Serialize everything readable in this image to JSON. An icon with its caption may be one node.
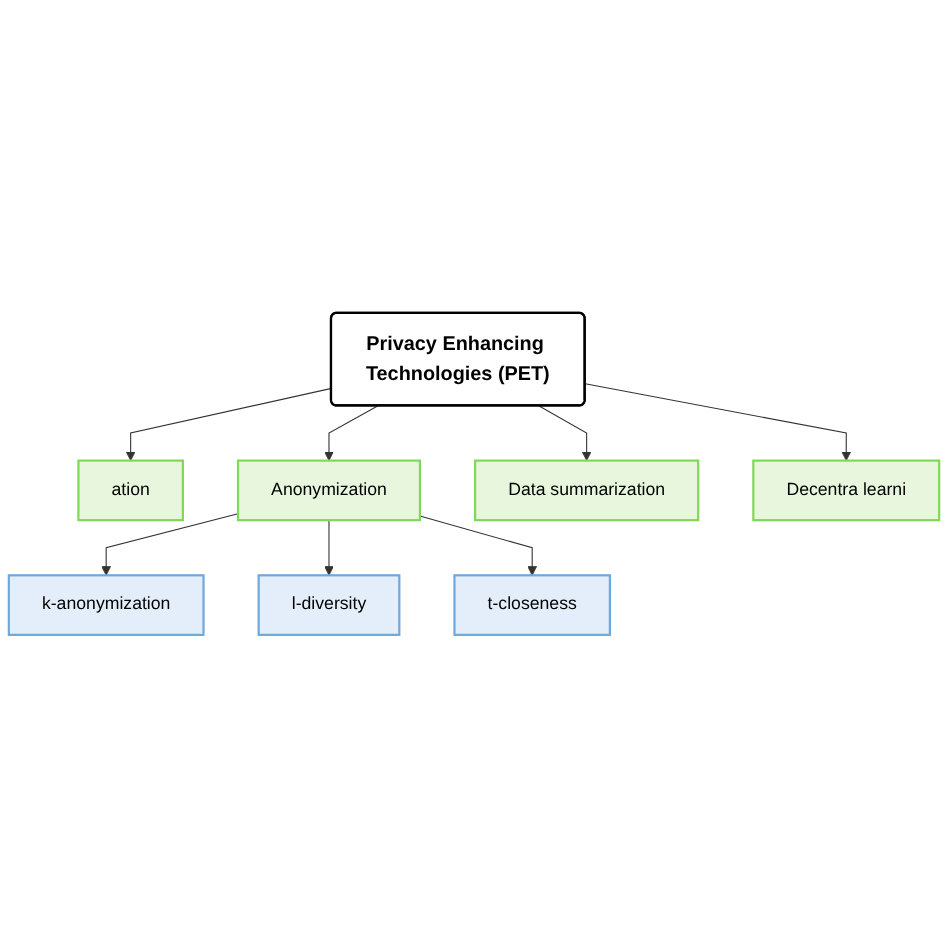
{
  "diagram": {
    "nodes": [
      {
        "text": [
          "Privacy Enhancing Technologies (PET)"
        ]
      },
      {
        "text": [
          "ation"
        ]
      },
      {
        "text": [
          "Anonymization"
        ]
      },
      {
        "text": [
          "Data summarization"
        ]
      },
      {
        "text": [
          "Decentra learni"
        ]
      },
      {
        "text": [
          "k-anonymization"
        ]
      },
      {
        "text": [
          "l-diversity"
        ]
      },
      {
        "text": [
          "t-closeness"
        ]
      }
    ],
    "edges": [
      {
        "from": 0,
        "to": 1,
        "arrow": "to"
      },
      {
        "from": 0,
        "to": 2,
        "arrow": "to"
      },
      {
        "from": 0,
        "to": 3,
        "arrow": "to"
      },
      {
        "from": 0,
        "to": 4,
        "arrow": "to"
      },
      {
        "from": 2,
        "to": 5,
        "arrow": "to"
      },
      {
        "from": 2,
        "to": 6,
        "arrow": "to"
      },
      {
        "from": 2,
        "to": 7,
        "arrow": "to"
      }
    ]
  }
}
